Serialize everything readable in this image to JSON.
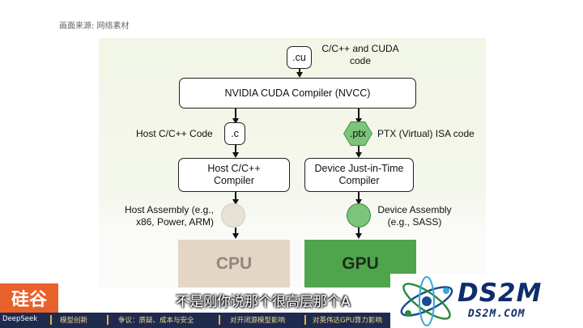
{
  "source_note": "画面来源: 网络素材",
  "diagram": {
    "cu_file": ".cu",
    "cu_desc": "C/C++ and CUDA code",
    "nvcc": "NVIDIA CUDA Compiler (NVCC)",
    "host_code_label": "Host C/C++ Code",
    "c_file": ".c",
    "ptx_file": ".ptx",
    "ptx_label": "PTX (Virtual) ISA code",
    "host_compiler": "Host C/C++ Compiler",
    "device_compiler": "Device Just-in-Time Compiler",
    "host_assembly": "Host Assembly (e.g., x86, Power, ARM)",
    "device_assembly": "Device Assembly (e.g., SASS)",
    "cpu": "CPU",
    "gpu": "GPU"
  },
  "subtitle": "不是刚你说那个很高层那个A",
  "ticker": {
    "items": [
      "DeepSeek",
      "模型创新",
      "争议：质疑、成本与安全",
      "对开闭源模型影响",
      "对英伟达GPU算力影响"
    ]
  },
  "logo": {
    "text": "硅谷"
  },
  "watermark": {
    "title": "DS2M",
    "url": "DS2M.COM"
  },
  "colors": {
    "green": "#7cc47a",
    "dark_green": "#3c8a3a",
    "cpu_chip": "#e4d6c4",
    "gpu_chip": "#4ea54b",
    "ticker_bg": "#1f2a4f"
  }
}
